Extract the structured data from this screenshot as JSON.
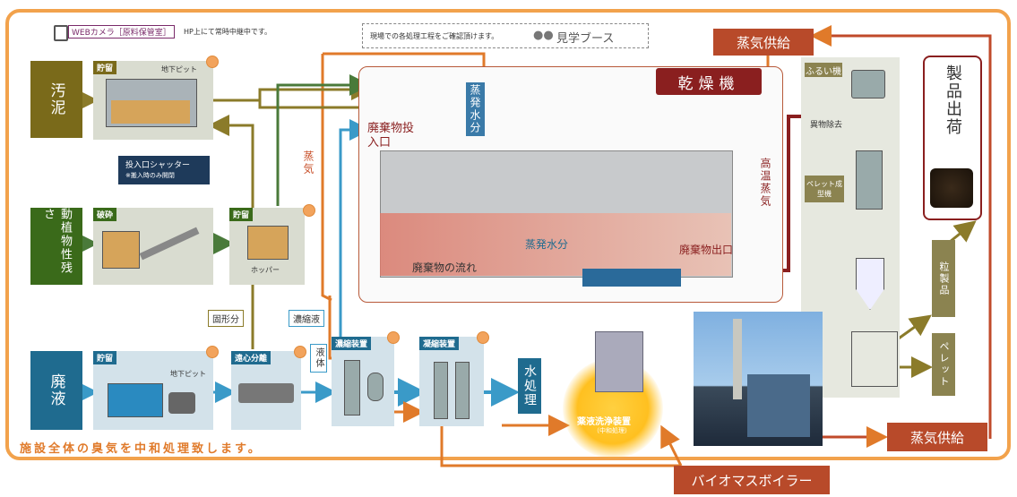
{
  "colors": {
    "orange_border": "#f2a24c",
    "olive": "#7a6a1a",
    "green": "#3a6a1a",
    "blue": "#1f6b8f",
    "red": "#b84a2a",
    "dark_red": "#8a1f1f"
  },
  "header": {
    "webcam_label": "WEBカメラ［原料保管室］",
    "webcam_note": "HP上にて常時中継中です。",
    "tour_note": "現場での各処理工程をご確認頂けます。",
    "tour_booth": "見学ブース"
  },
  "sources": {
    "sludge": "汚泥",
    "plant_residue": "動植物性残さ",
    "waste_liquid": "廃液"
  },
  "labels": {
    "storage": "貯留",
    "crush": "破砕",
    "underground_pit": "地下ピット",
    "hopper": "ホッパー",
    "centrifuge": "遠心分離",
    "concentrator": "濃縮装置",
    "condenser": "凝縮装置",
    "shutter_title": "投入口シャッター",
    "shutter_note": "※搬入時のみ開閉",
    "solid": "固形分",
    "concentrate": "濃縮液",
    "liquid": "液体",
    "water_treatment": "水処理",
    "steam": "蒸気"
  },
  "dryer": {
    "title": "乾燥機",
    "inlet": "廃棄物投入口",
    "evap_top": "蒸発水分",
    "evap_bottom": "蒸発水分",
    "flow": "廃棄物の流れ",
    "outlet": "廃棄物出口",
    "hot_steam": "高温蒸気"
  },
  "right": {
    "sieve": "ふるい機",
    "foreign_removal": "異物除去",
    "pellet_machine": "ペレット成型機",
    "granular": "粒製品",
    "pellet": "ペレット",
    "product_shipping": "製品出荷",
    "steam_supply_top": "蒸気供給",
    "steam_supply_bottom": "蒸気供給",
    "biomass_boiler": "バイオマスボイラー"
  },
  "scrubber": {
    "title": "薬液洗浄装置",
    "sub": "（中和処理）"
  },
  "footer": {
    "odor_note": "施設全体の臭気を中和処理致します。"
  }
}
